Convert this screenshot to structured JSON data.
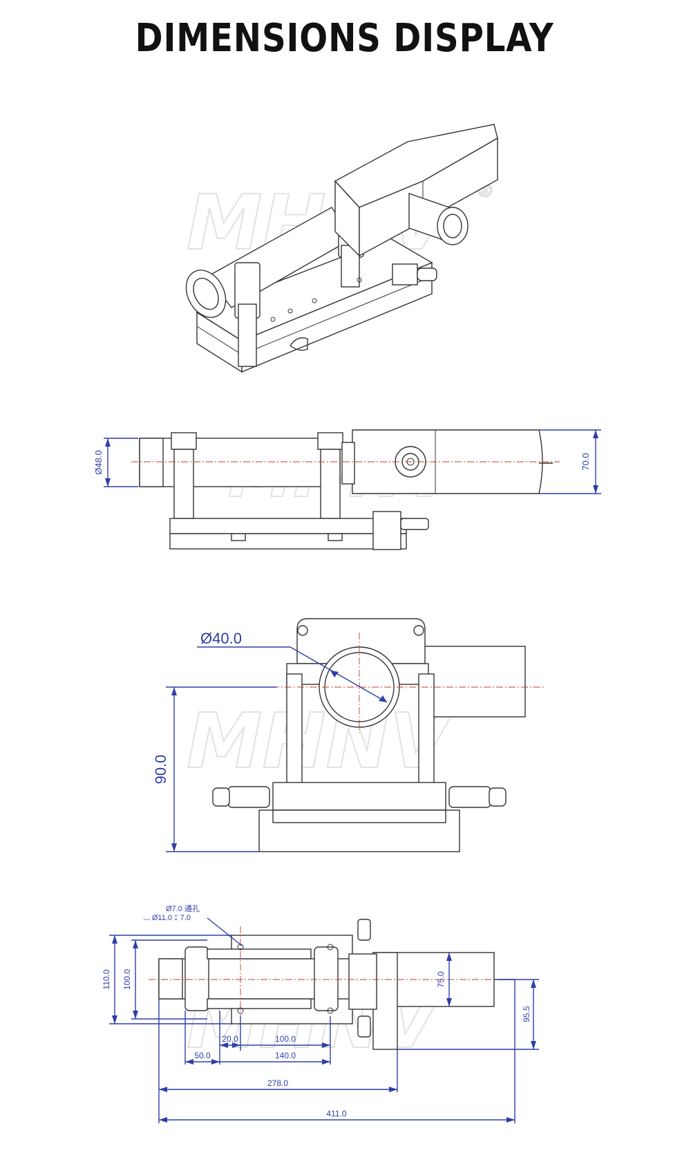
{
  "header": {
    "title": "DIMENSIONS DISPLAY"
  },
  "watermark": {
    "text": "MHNV",
    "mark": "®"
  },
  "views": {
    "side": {
      "diameter": "Ø48.0",
      "height": "70.0"
    },
    "front": {
      "diameter": "Ø40.0",
      "height": "90.0"
    },
    "top": {
      "hole_note_1": "Ø7.0 通孔",
      "hole_note_2": "⌴ Ø11.0 ↧ 7.0",
      "width_outer": "110.0",
      "width_inner": "100.0",
      "head_height": "75.0",
      "offset": "95.5",
      "d20": "20.0",
      "d100": "100.0",
      "d50": "50.0",
      "d140": "140.0",
      "d278": "278.0",
      "d411": "411.0"
    }
  }
}
